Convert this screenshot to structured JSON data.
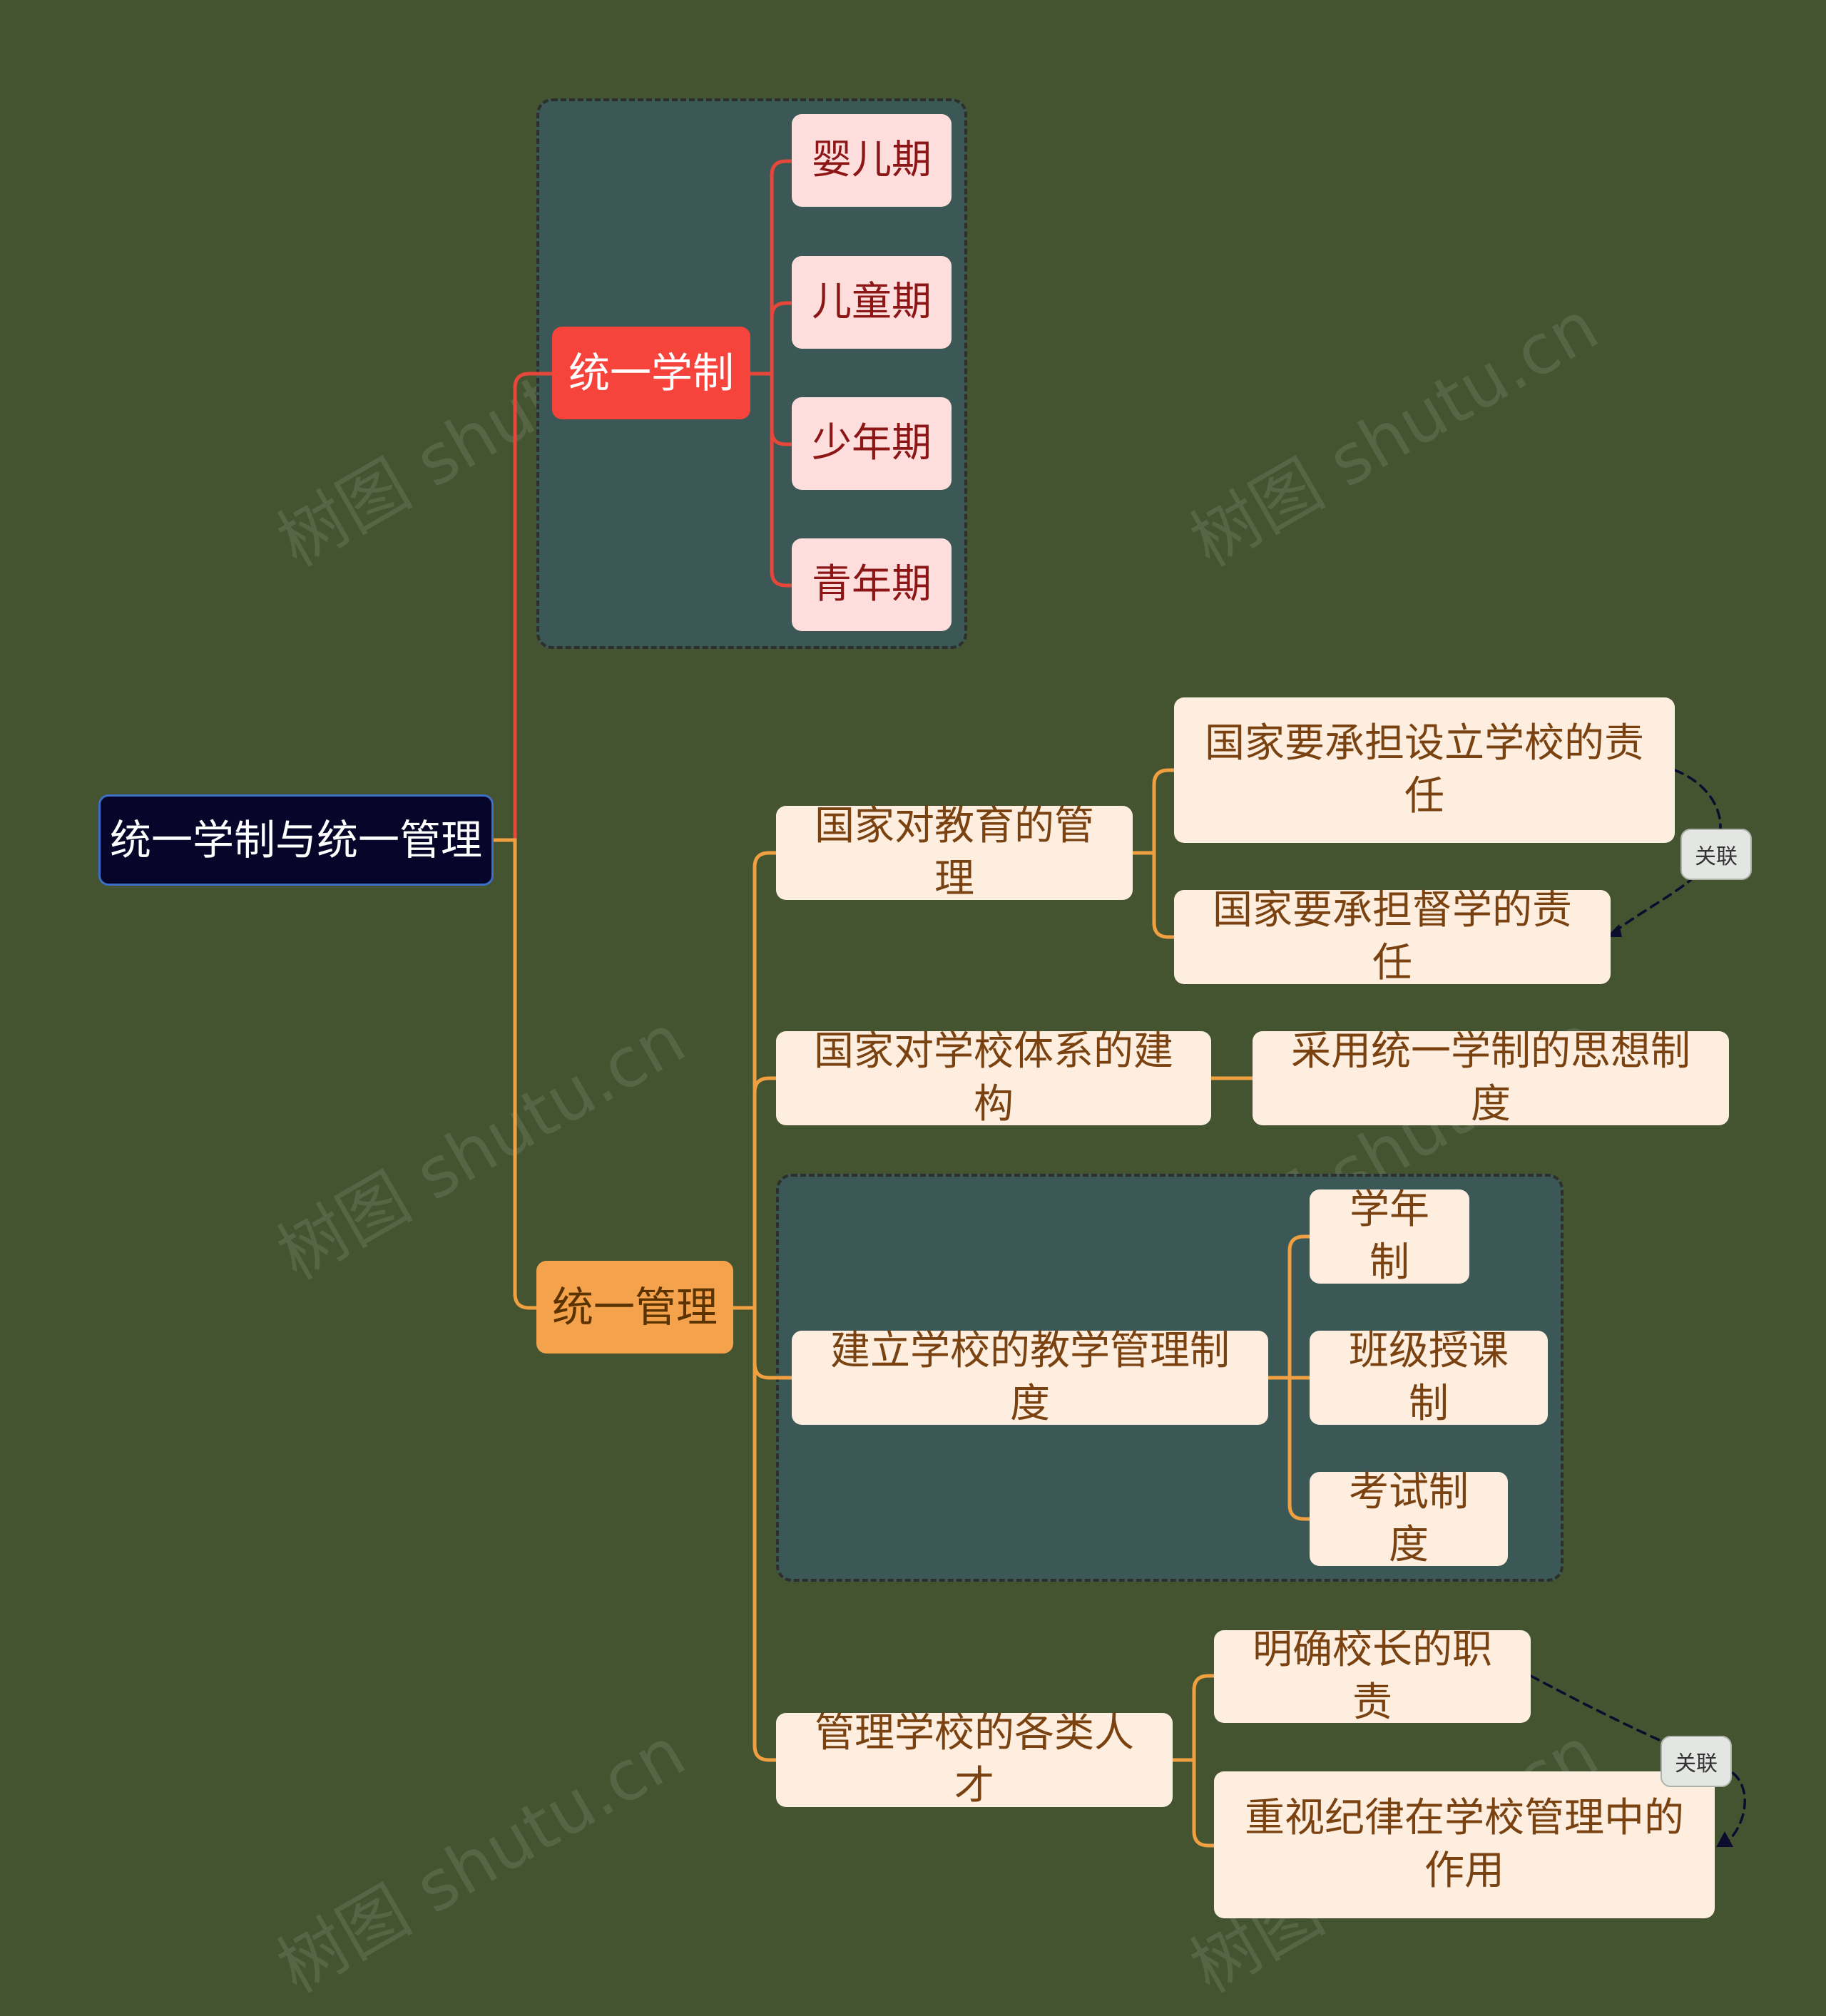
{
  "background": "#445330",
  "watermark": "树图 shutu.cn",
  "root": {
    "label": "统一学制与统一管理"
  },
  "branch_unified_system": {
    "label": "统一学制",
    "color": "#F6443C",
    "children": [
      "婴儿期",
      "儿童期",
      "少年期",
      "青年期"
    ]
  },
  "branch_unified_management": {
    "label": "统一管理",
    "color": "#F5A24D",
    "children": [
      {
        "label": "国家对教育的管理",
        "children": [
          "国家要承担设立学校的责任",
          "国家要承担督学的责任"
        ]
      },
      {
        "label": "国家对学校体系的建构",
        "children": [
          "采用统一学制的思想制度"
        ]
      },
      {
        "label": "建立学校的教学管理制度",
        "children": [
          "学年制",
          "班级授课制",
          "考试制度"
        ]
      },
      {
        "label": "管理学校的各类人才",
        "children": [
          "明确校长的职责",
          "重视纪律在学校管理中的作用"
        ]
      }
    ]
  },
  "relations": [
    {
      "label": "关联",
      "from": "国家要承担设立学校的责任",
      "to": "国家要承担督学的责任"
    },
    {
      "label": "关联",
      "from": "明确校长的职责",
      "to": "重视纪律在学校管理中的作用"
    }
  ]
}
